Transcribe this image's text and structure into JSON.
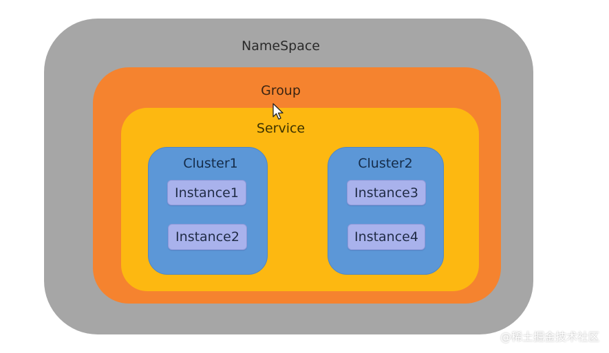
{
  "diagram": {
    "namespace": {
      "label": "NameSpace"
    },
    "group": {
      "label": "Group"
    },
    "service": {
      "label": "Service"
    },
    "clusters": [
      {
        "label": "Cluster1",
        "instances": [
          "Instance1",
          "Instance2"
        ]
      },
      {
        "label": "Cluster2",
        "instances": [
          "Instance3",
          "Instance4"
        ]
      }
    ]
  },
  "colors": {
    "namespace": "#a6a6a6",
    "group": "#f5832f",
    "service": "#fdb811",
    "cluster": "#5c97d7",
    "instance": "#a9b2ec"
  },
  "watermark": "@稀土掘金技术社区",
  "icons": {
    "cursor": "mouse-pointer-icon"
  }
}
